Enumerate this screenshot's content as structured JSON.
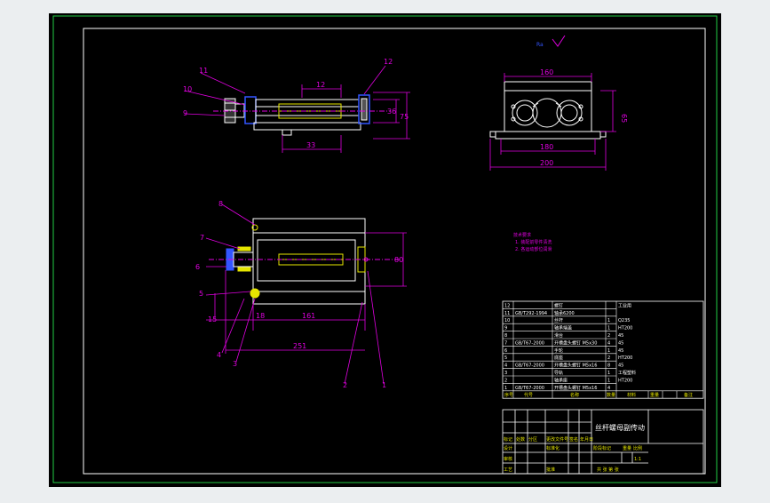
{
  "colors": {
    "background": "#ebeef0",
    "sheet": "#000000",
    "frame": "#22cc44",
    "line": "#ffffff",
    "dimension": "#e000e0",
    "yellow": "#e6e600",
    "blue": "#3355ff"
  },
  "views": {
    "front": {
      "balloons": [
        "11",
        "10",
        "9",
        "12"
      ],
      "dims": [
        "33",
        "36",
        "75",
        "12"
      ]
    },
    "top": {
      "balloons": [
        "8",
        "7",
        "6",
        "5",
        "4",
        "3",
        "2",
        "1"
      ],
      "dims": [
        "15",
        "161",
        "18",
        "251",
        "80"
      ]
    },
    "side": {
      "dims": [
        "160",
        "65",
        "180",
        "200"
      ]
    }
  },
  "roughness_label": "Ra",
  "tech_notes": {
    "title": "技术要求",
    "lines": [
      "1. 装配前零件清洗",
      "2. 各运动部位润滑"
    ]
  },
  "bom": {
    "rows": [
      {
        "no": "12",
        "code": "",
        "name": "螺钉",
        "qty": "",
        "material": "工业用"
      },
      {
        "no": "11",
        "code": "GB/T292-1994",
        "name": "轴承6200",
        "qty": "",
        "material": ""
      },
      {
        "no": "10",
        "code": "",
        "name": "丝杆",
        "qty": "1",
        "material": "Q235"
      },
      {
        "no": "9",
        "code": "",
        "name": "轴承端盖",
        "qty": "1",
        "material": "HT200"
      },
      {
        "no": "8",
        "code": "",
        "name": "滑台",
        "qty": "2",
        "material": "45"
      },
      {
        "no": "7",
        "code": "GB/T67-2000",
        "name": "开槽盘头螺钉 M5x30",
        "qty": "4",
        "material": "45"
      },
      {
        "no": "6",
        "code": "",
        "name": "手轮",
        "qty": "1",
        "material": "45"
      },
      {
        "no": "5",
        "code": "",
        "name": "底座",
        "qty": "2",
        "material": "HT200"
      },
      {
        "no": "4",
        "code": "GB/T67-2000",
        "name": "开槽盘头螺钉 M5x16",
        "qty": "8",
        "material": "45"
      },
      {
        "no": "3",
        "code": "",
        "name": "导轨",
        "qty": "1",
        "material": "工程塑料"
      },
      {
        "no": "2",
        "code": "",
        "name": "轴承座",
        "qty": "1",
        "material": "HT200"
      },
      {
        "no": "1",
        "code": "GB/T67-2000",
        "name": "开槽盘头螺钉 M5x16",
        "qty": "4",
        "material": ""
      }
    ],
    "header": {
      "no": "序号",
      "code": "代号",
      "name": "名称",
      "qty": "数量",
      "material": "材料",
      "weight": "重量",
      "remark": "备注"
    }
  },
  "title_block": {
    "drawing_title": "丝杆螺母副传动",
    "sheet_info": "共 张 第 张",
    "rev_headers": [
      "标记",
      "处数",
      "分区",
      "更改文件号",
      "签名",
      "年月日"
    ],
    "people": [
      "设计",
      "审核",
      "工艺",
      "批准"
    ],
    "stage_headers": [
      "阶段标记",
      "重量",
      "比例"
    ],
    "scale": "1:1",
    "standardize": "标准化"
  }
}
